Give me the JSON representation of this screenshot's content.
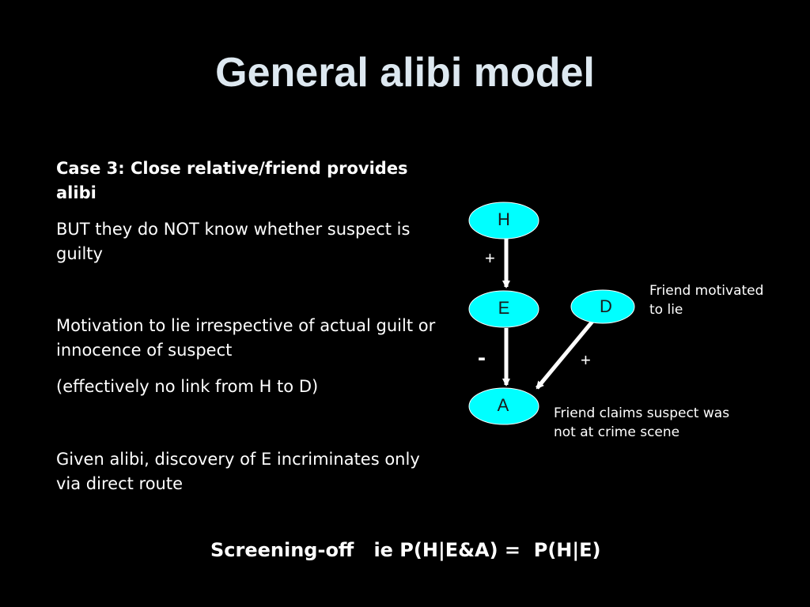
{
  "slide": {
    "title": "General alibi model",
    "case_title": "Case 3: Close relative/friend provides alibi",
    "but_text": "BUT they do NOT know whether suspect is guilty",
    "motivation_text": "Motivation to lie irrespective of actual guilt or innocence of suspect",
    "effectively_text": "(effectively no link from H to D)",
    "given_text": "Given alibi, discovery of E incriminates only via direct route",
    "screening_text": "Screening-off   ie P(H|E&A) =  P(H|E)"
  },
  "diagram": {
    "node_color": "#00ffff",
    "arrow_color": "#ffffff",
    "nodes": {
      "H": "H",
      "E": "E",
      "D": "D",
      "A": "A"
    },
    "edges": {
      "H_to_E_sign": "+",
      "E_to_A_sign": "-",
      "D_to_A_sign": "+"
    },
    "annotations": {
      "D": "Friend motivated to lie",
      "A": "Friend claims suspect was not at crime scene"
    }
  }
}
